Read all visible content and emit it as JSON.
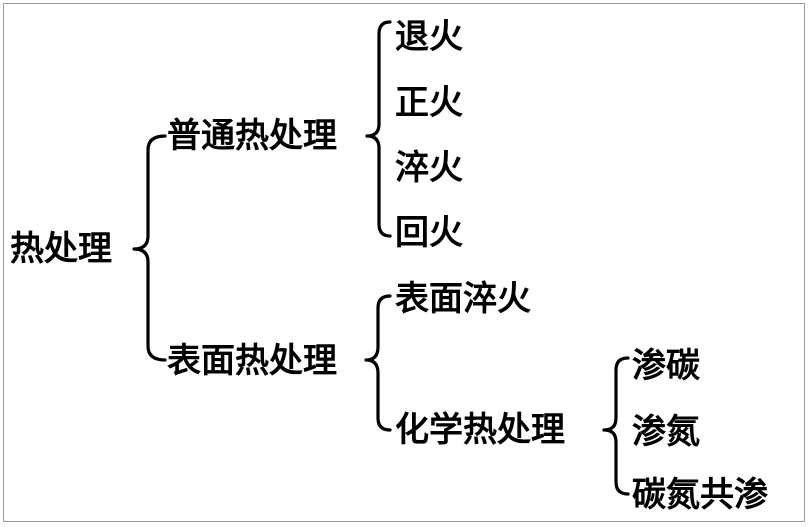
{
  "diagram": {
    "root": "热处理",
    "ordinary": {
      "label": "普通热处理",
      "items": [
        "退火",
        "正火",
        "淬火",
        "回火"
      ]
    },
    "surface": {
      "label": "表面热处理",
      "quench": "表面淬火",
      "chemical": {
        "label": "化学热处理",
        "items": [
          "渗碳",
          "渗氮",
          "碳氮共渗"
        ]
      }
    }
  },
  "colors": {
    "text": "#000000",
    "lines": "#000000",
    "frame": "#9a9a9a"
  }
}
